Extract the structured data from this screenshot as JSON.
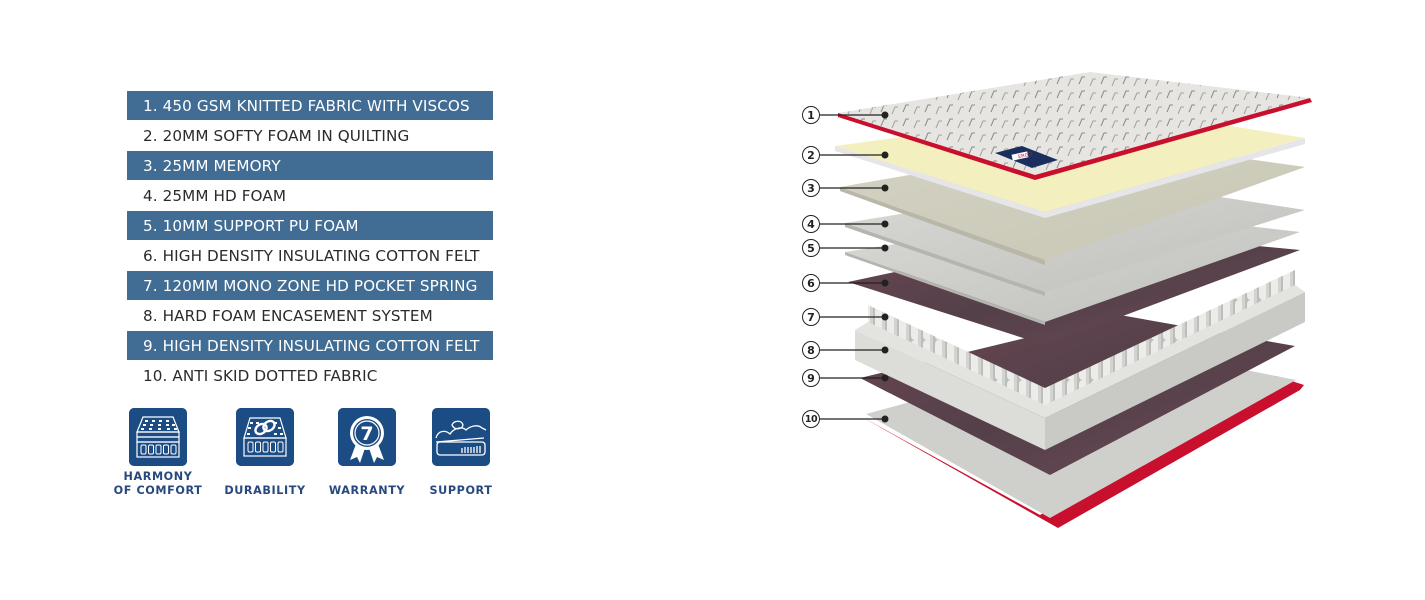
{
  "layers": [
    {
      "number": "1",
      "label": "1. 450 GSM KNITTED FABRIC WITH VISCOS",
      "shaded": true
    },
    {
      "number": "2",
      "label": "2. 20MM SOFTY FOAM IN QUILTING",
      "shaded": false
    },
    {
      "number": "3",
      "label": "3. 25MM MEMORY",
      "shaded": true
    },
    {
      "number": "4",
      "label": "4. 25MM HD FOAM",
      "shaded": false
    },
    {
      "number": "5",
      "label": "5. 10MM SUPPORT PU FOAM",
      "shaded": true
    },
    {
      "number": "6",
      "label": "6. HIGH DENSITY INSULATING COTTON FELT",
      "shaded": false
    },
    {
      "number": "7",
      "label": "7. 120MM MONO ZONE HD POCKET SPRING",
      "shaded": true
    },
    {
      "number": "8",
      "label": "8. HARD FOAM ENCASEMENT SYSTEM",
      "shaded": false
    },
    {
      "number": "9",
      "label": "9. HIGH DENSITY INSULATING COTTON FELT",
      "shaded": true
    },
    {
      "number": "10",
      "label": "10. ANTI SKID DOTTED FABRIC",
      "shaded": false
    }
  ],
  "features": [
    {
      "icon": "mattress-comfort-icon",
      "label_line1": "HARMONY",
      "label_line2": "OF COMFORT"
    },
    {
      "icon": "interlocking-rings-icon",
      "label_line1": "DURABILITY",
      "label_line2": ""
    },
    {
      "icon": "warranty-badge-icon",
      "label_line1": "WARRANTY",
      "label_line2": "",
      "badge_number": "7"
    },
    {
      "icon": "sleeper-support-icon",
      "label_line1": "SUPPORT",
      "label_line2": ""
    }
  ],
  "diagram": {
    "callouts": [
      "1",
      "2",
      "3",
      "4",
      "5",
      "6",
      "7",
      "8",
      "9",
      "10"
    ],
    "brand_label": "ERGO"
  },
  "colors": {
    "row_shade": "#416c93",
    "icon_tile": "#1c4c84",
    "feature_label": "#28497e",
    "piping_red": "#c8102e"
  }
}
